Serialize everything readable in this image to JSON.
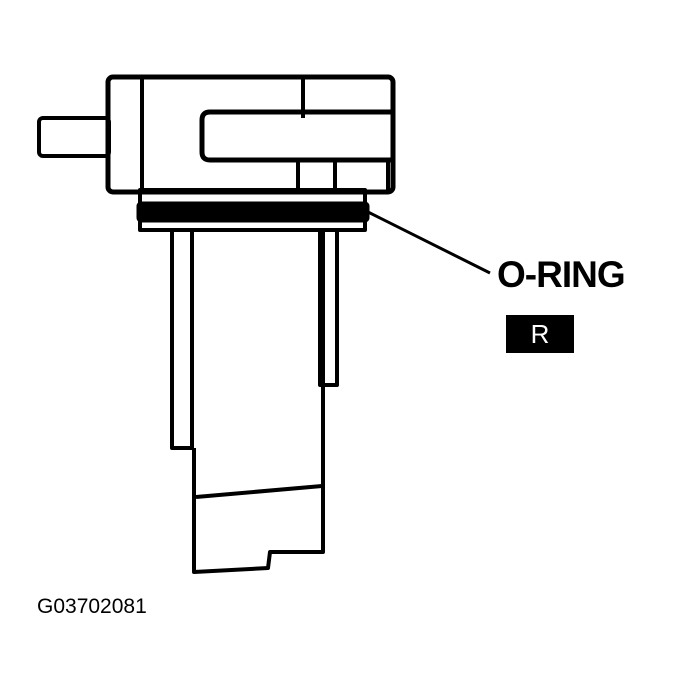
{
  "diagram": {
    "component": "sensor-with-o-ring",
    "callouts": [
      {
        "label": "O-RING",
        "badge": "R"
      }
    ],
    "figure_id": "G03702081"
  },
  "colors": {
    "line": "#000000",
    "background": "#ffffff",
    "badge_bg": "#000000",
    "badge_text": "#ffffff"
  }
}
